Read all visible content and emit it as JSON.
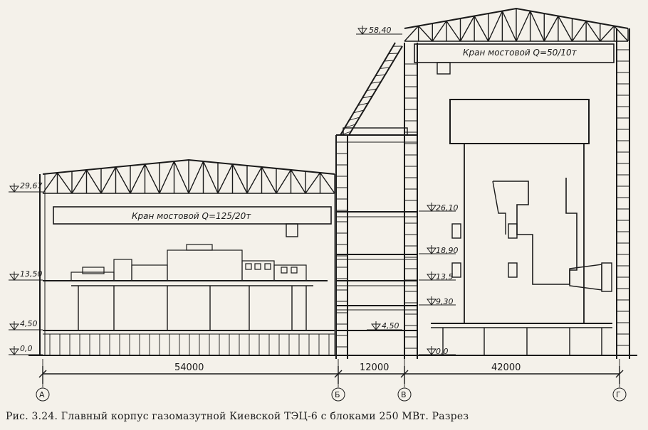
{
  "crane_labels": {
    "left": "Кран мостовой Q=125/20т",
    "right": "Кран мостовой Q=50/10т"
  },
  "elevations_left": [
    "29,67",
    "13,50",
    "4,50",
    "0,0"
  ],
  "elevations_mid": [
    "26,10",
    "18,90",
    "13,5",
    "9,30",
    "4,50",
    "0,0"
  ],
  "elevation_top": "58,40",
  "spans": [
    "54000",
    "12000",
    "42000"
  ],
  "axes": [
    "А",
    "Б",
    "В",
    "Г"
  ],
  "caption": "Рис. 3.24. Главный корпус газомазутной Киевской ТЭЦ-6 с блоками 250 МВт. Разрез"
}
